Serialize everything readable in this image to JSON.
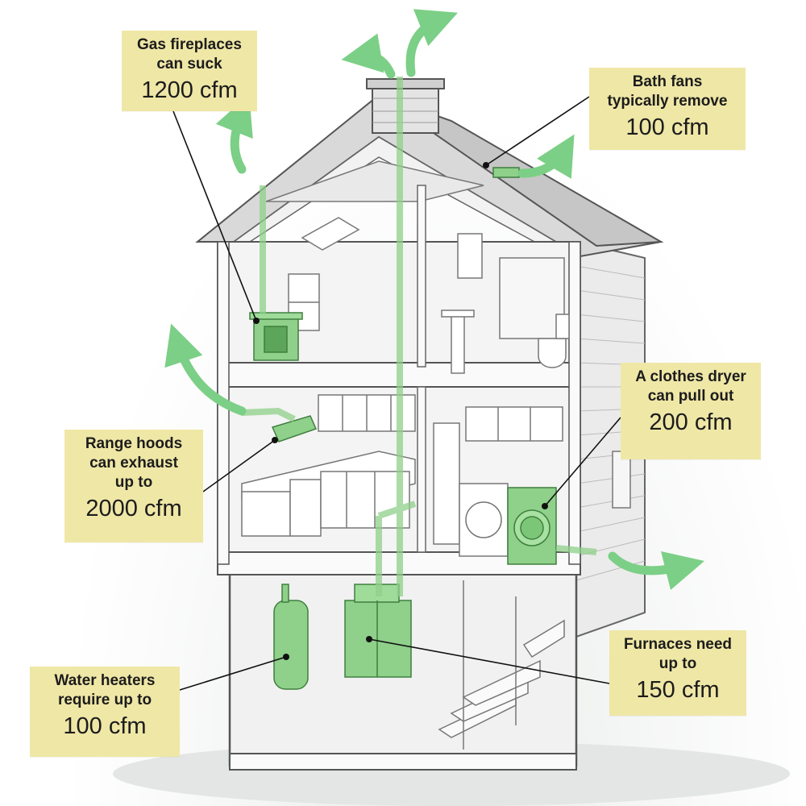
{
  "callouts": {
    "fireplace": {
      "desc": "Gas fireplaces\ncan suck",
      "value": "1200 cfm"
    },
    "bath": {
      "desc": "Bath fans\ntypically remove",
      "value": "100 cfm"
    },
    "dryer": {
      "desc": "A clothes dryer\ncan pull out",
      "value": "200 cfm"
    },
    "range": {
      "desc": "Range hoods\ncan exhaust\nup to",
      "value": "2000 cfm"
    },
    "water_heater": {
      "desc": "Water heaters\nrequire up to",
      "value": "100 cfm"
    },
    "furnace": {
      "desc": "Furnaces need\nup to",
      "value": "150 cfm"
    }
  },
  "colors": {
    "callout_fill": "#efe7a6",
    "appliance_green": "#8fd08a",
    "airflow_green": "#7ccf86",
    "line_art": "#555555"
  }
}
